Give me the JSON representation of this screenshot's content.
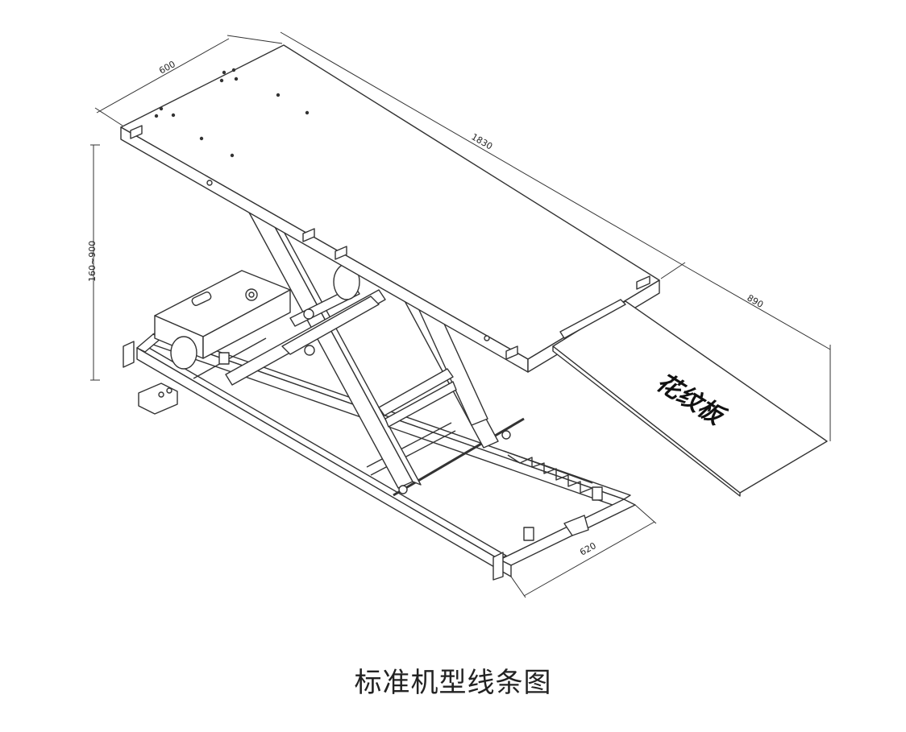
{
  "dimensions": {
    "width": "600",
    "length": "1830",
    "height_range": "160~900",
    "ramp_length": "890",
    "base_width": "620"
  },
  "ramp_label": "花纹板",
  "caption": "标准机型线条图"
}
